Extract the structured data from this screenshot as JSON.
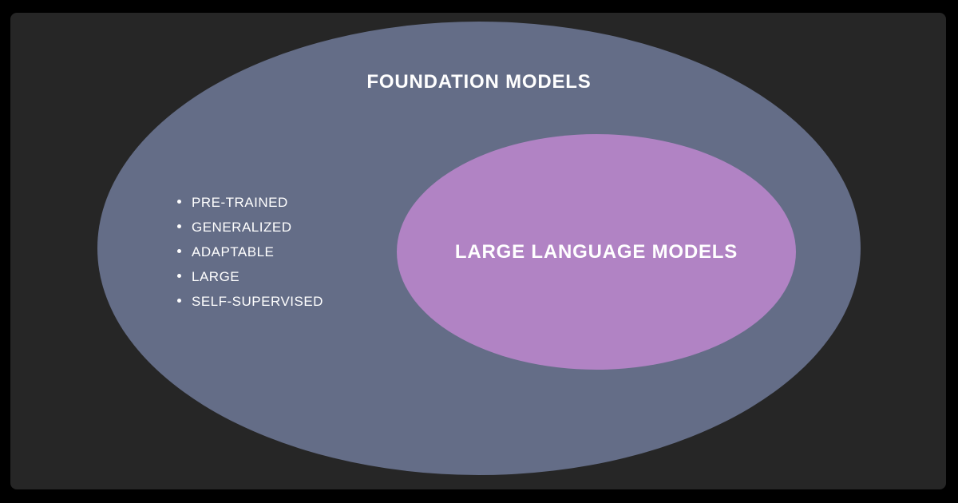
{
  "colors": {
    "background": "#000000",
    "panel": "#262626",
    "outer_ellipse": "#646D87",
    "inner_ellipse": "#B183C4",
    "text": "#FFFFFF"
  },
  "diagram": {
    "outer": {
      "label": "FOUNDATION MODELS",
      "bullets": [
        "PRE-TRAINED",
        "GENERALIZED",
        "ADAPTABLE",
        "LARGE",
        "SELF-SUPERVISED"
      ]
    },
    "inner": {
      "label": "LARGE LANGUAGE MODELS"
    }
  }
}
